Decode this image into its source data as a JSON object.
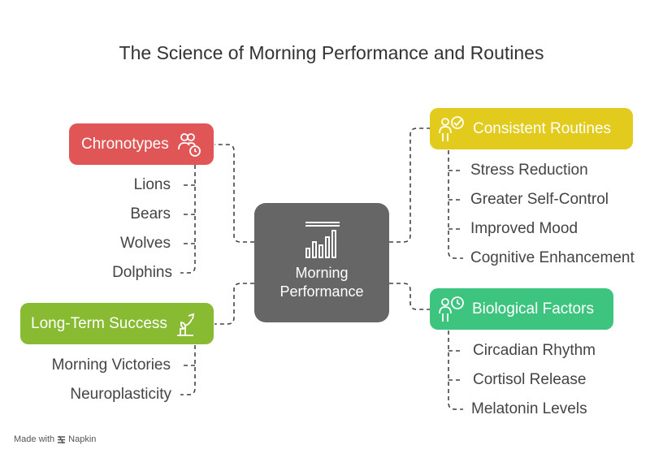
{
  "title": "The Science of Morning Performance and Routines",
  "center": {
    "label_line1": "Morning",
    "label_line2": "Performance",
    "icon": "bar-chart-icon"
  },
  "branches": {
    "chronotypes": {
      "label": "Chronotypes",
      "color": "#e05656",
      "icon": "people-clock-icon",
      "items": [
        "Lions",
        "Bears",
        "Wolves",
        "Dolphins"
      ]
    },
    "long_term": {
      "label": "Long-Term Success",
      "color": "#88ba32",
      "icon": "growth-plant-icon",
      "items": [
        "Morning Victories",
        "Neuroplasticity"
      ]
    },
    "routines": {
      "label": "Consistent Routines",
      "color": "#e2cb1c",
      "icon": "person-check-icon",
      "items": [
        "Stress Reduction",
        "Greater Self-Control",
        "Improved Mood",
        "Cognitive Enhancement"
      ]
    },
    "biological": {
      "label": "Biological Factors",
      "color": "#3dc47e",
      "icon": "person-clock-icon",
      "items": [
        "Circadian Rhythm",
        "Cortisol Release",
        "Melatonin Levels"
      ]
    }
  },
  "footer": {
    "made_with": "Made with",
    "brand": "Napkin"
  }
}
